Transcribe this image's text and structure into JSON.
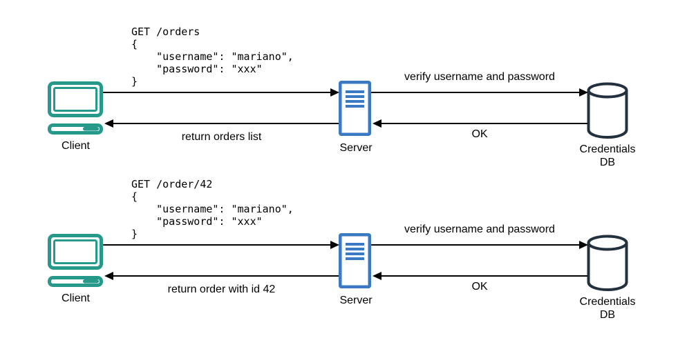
{
  "colors": {
    "client-accent": "#26998B",
    "server-accent": "#3B79C3",
    "db-accent": "#23303E",
    "arrow": "#000000",
    "bg": "#FFFFFF"
  },
  "flows": [
    {
      "id": "list-orders",
      "request_code": "GET /orders\n{\n    \"username\": \"mariano\",\n    \"password\": \"xxx\"\n}",
      "client_label": "Client",
      "server_label": "Server",
      "db_label_line1": "Credentials",
      "db_label_line2": "DB",
      "verify_label": "verify username and password",
      "ok_label": "OK",
      "return_label": "return orders list"
    },
    {
      "id": "get-order-42",
      "request_code": "GET /order/42\n{\n    \"username\": \"mariano\",\n    \"password\": \"xxx\"\n}",
      "client_label": "Client",
      "server_label": "Server",
      "db_label_line1": "Credentials",
      "db_label_line2": "DB",
      "verify_label": "verify username and password",
      "ok_label": "OK",
      "return_label": "return order with id 42"
    }
  ]
}
